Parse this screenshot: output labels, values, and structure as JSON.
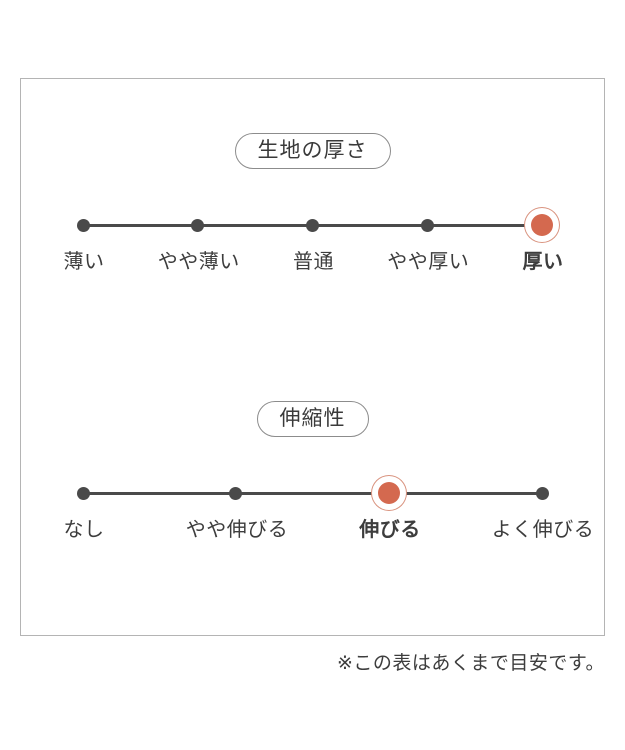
{
  "card": {
    "sections": [
      {
        "name": "fabric-thickness",
        "title": "生地の厚さ",
        "points": [
          {
            "label": "薄い",
            "x_pct": 0,
            "active": false
          },
          {
            "label": "やや薄い",
            "x_pct": 25,
            "active": false
          },
          {
            "label": "普通",
            "x_pct": 50,
            "active": false
          },
          {
            "label": "やや厚い",
            "x_pct": 75,
            "active": false
          },
          {
            "label": "厚い",
            "x_pct": 100,
            "active": true
          }
        ]
      },
      {
        "name": "stretchiness",
        "title": "伸縮性",
        "points": [
          {
            "label": "なし",
            "x_pct": 0,
            "active": false
          },
          {
            "label": "やや伸びる",
            "x_pct": 33.33,
            "active": false
          },
          {
            "label": "伸びる",
            "x_pct": 66.66,
            "active": true
          },
          {
            "label": "よく伸びる",
            "x_pct": 100,
            "active": false
          }
        ]
      }
    ]
  },
  "footnote": "※この表はあくまで目安です。",
  "colors": {
    "active_marker": "#d4694f",
    "active_ring": "#d9937f",
    "dot": "#4a4a4a",
    "track": "#4a4a4a",
    "card_border": "#b4b4b4",
    "pill_border": "#8c8c8c",
    "text": "#3d3d3d",
    "background": "#ffffff"
  }
}
